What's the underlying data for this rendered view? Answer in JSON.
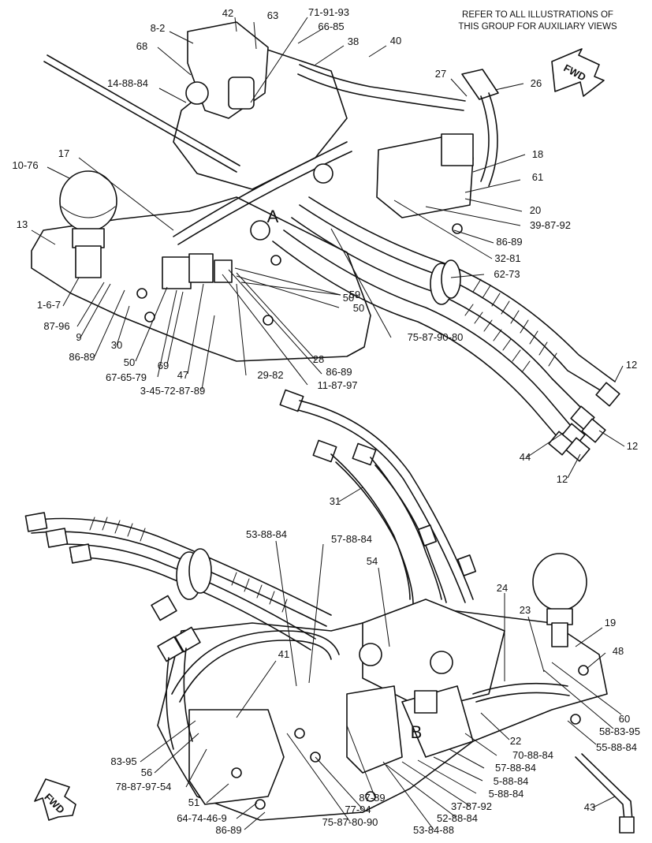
{
  "note": {
    "line1": "REFER TO ALL ILLUSTRATIONS OF",
    "line2": "THIS GROUP FOR AUXILIARY VIEWS"
  },
  "fwd_top": "FWD",
  "fwd_bottom": "FWD",
  "view_labels": {
    "a": "A",
    "b": "B"
  },
  "callouts": [
    "8-2",
    "42",
    "63",
    "71-91-93",
    "66-85",
    "38",
    "40",
    "68",
    "14-88-84",
    "27",
    "26",
    "17",
    "10-76",
    "18",
    "61",
    "20",
    "39-87-92",
    "13",
    "86-89",
    "32-81",
    "62-73",
    "59",
    "50",
    "50",
    "1-6-7",
    "87-96",
    "9",
    "30",
    "86-89",
    "50",
    "69",
    "47",
    "67-65-79",
    "3-45-72-87-89",
    "29-82",
    "28",
    "86-89",
    "11-87-97",
    "75-87-90-80",
    "12",
    "12",
    "44",
    "12",
    "31",
    "53-88-84",
    "57-88-84",
    "54",
    "24",
    "23",
    "19",
    "48",
    "41",
    "60",
    "58-83-95",
    "55-88-84",
    "22",
    "70-88-84",
    "57-88-84",
    "5-88-84",
    "5-88-84",
    "37-87-92",
    "52-88-84",
    "87-89",
    "77-94",
    "75-87-80-90",
    "53-84-88",
    "83-95",
    "56",
    "78-87-97-54",
    "51",
    "64-74-46-9",
    "86-89",
    "43"
  ]
}
